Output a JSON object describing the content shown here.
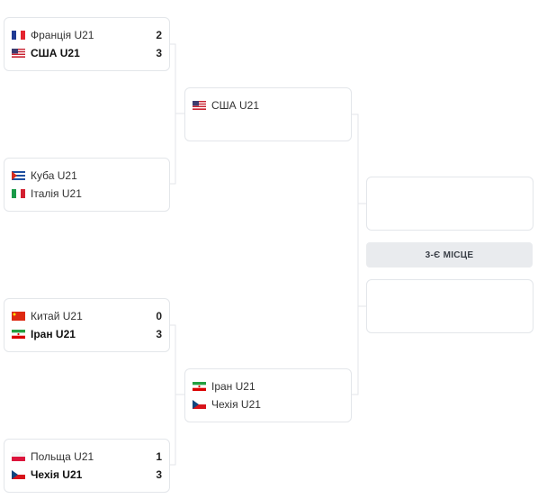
{
  "bracket": {
    "round1": [
      {
        "rows": [
          {
            "team": "Франція U21",
            "flag": "france-flag",
            "score": "2",
            "winner": false
          },
          {
            "team": "США U21",
            "flag": "usa-flag",
            "score": "3",
            "winner": true
          }
        ]
      },
      {
        "rows": [
          {
            "team": "Куба U21",
            "flag": "cuba-flag",
            "score": "",
            "winner": false
          },
          {
            "team": "Італія U21",
            "flag": "italy-flag",
            "score": "",
            "winner": false
          }
        ]
      },
      {
        "rows": [
          {
            "team": "Китай U21",
            "flag": "china-flag",
            "score": "0",
            "winner": false
          },
          {
            "team": "Іран U21",
            "flag": "iran-flag",
            "score": "3",
            "winner": true
          }
        ]
      },
      {
        "rows": [
          {
            "team": "Польща U21",
            "flag": "poland-flag",
            "score": "1",
            "winner": false
          },
          {
            "team": "Чехія U21",
            "flag": "czech-flag",
            "score": "3",
            "winner": true
          }
        ]
      }
    ],
    "round2": [
      {
        "rows": [
          {
            "team": "США U21",
            "flag": "usa-flag",
            "score": "",
            "winner": false
          }
        ]
      },
      {
        "rows": [
          {
            "team": "Іран U21",
            "flag": "iran-flag",
            "score": "",
            "winner": false
          },
          {
            "team": "Чехія U21",
            "flag": "czech-flag",
            "score": "",
            "winner": false
          }
        ]
      }
    ],
    "third_place_label": "3-Є МІСЦЕ"
  }
}
